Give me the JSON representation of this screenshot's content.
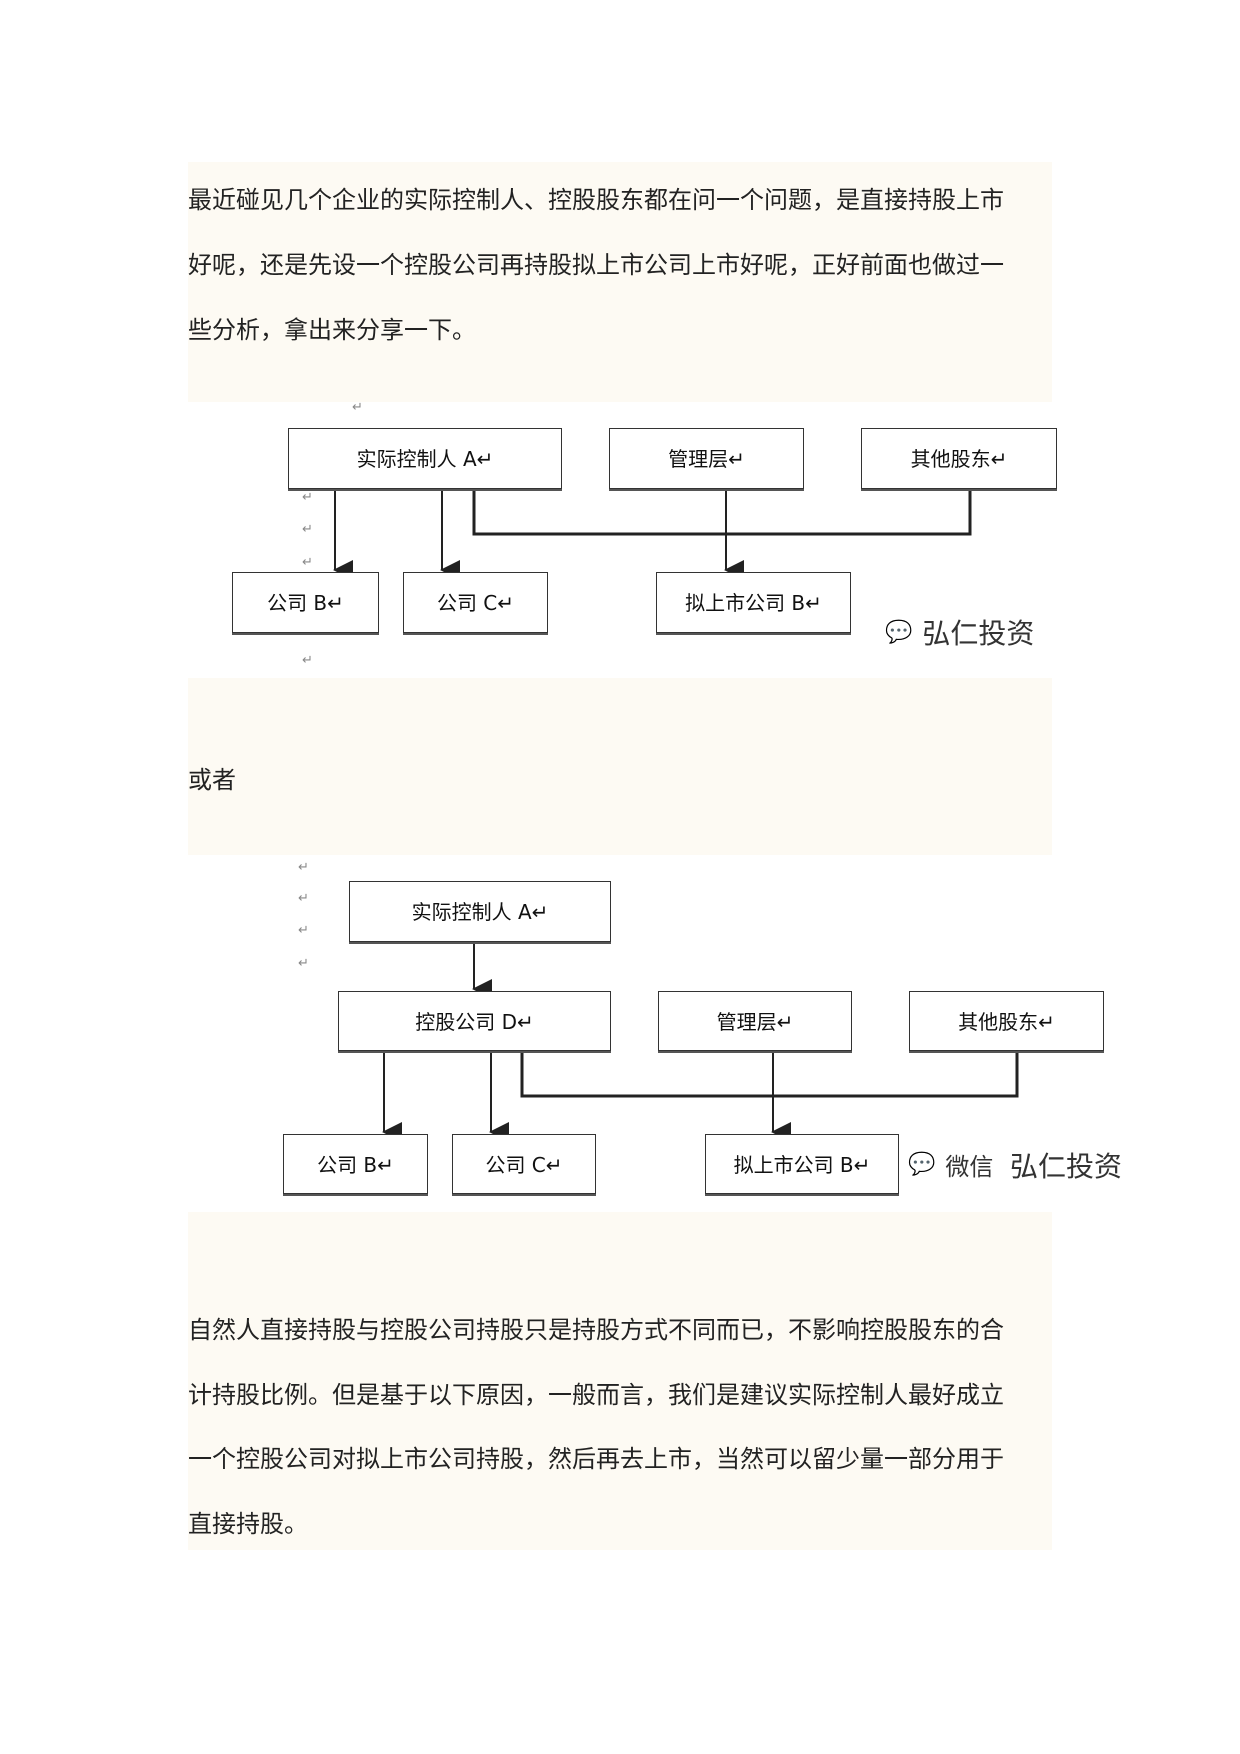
{
  "intro": {
    "lines": [
      "最近碰见几个企业的实际控制人、控股股东都在问一个问题，是直接持股上市",
      "好呢，还是先设一个控股公司再持股拟上市公司上市好呢，正好前面也做过一",
      "些分析，拿出来分享一下。"
    ]
  },
  "diagram1": {
    "controller": "实际控制人 A↵",
    "management": "管理层↵",
    "other": "其他股东↵",
    "company_b": "公司 B↵",
    "company_c": "公司 C↵",
    "ipo": "拟上市公司 B↵",
    "watermark": "弘仁投资"
  },
  "or_text": "或者",
  "diagram2": {
    "controller": "实际控制人 A↵",
    "holding": "控股公司 D↵",
    "management": "管理层↵",
    "other": "其他股东↵",
    "company_b": "公司 B↵",
    "company_c": "公司 C↵",
    "ipo": "拟上市公司 B↵",
    "watermark_wechat": "微信",
    "watermark": "弘仁投资"
  },
  "conclusion": {
    "lines": [
      "自然人直接持股与控股公司持股只是持股方式不同而已，不影响控股股东的合",
      "计持股比例。但是基于以下原因，一般而言，我们是建议实际控制人最好成立",
      "一个控股公司对拟上市公司持股，然后再去上市，当然可以留少量一部分用于",
      "直接持股。"
    ]
  },
  "return_mark": "↵"
}
